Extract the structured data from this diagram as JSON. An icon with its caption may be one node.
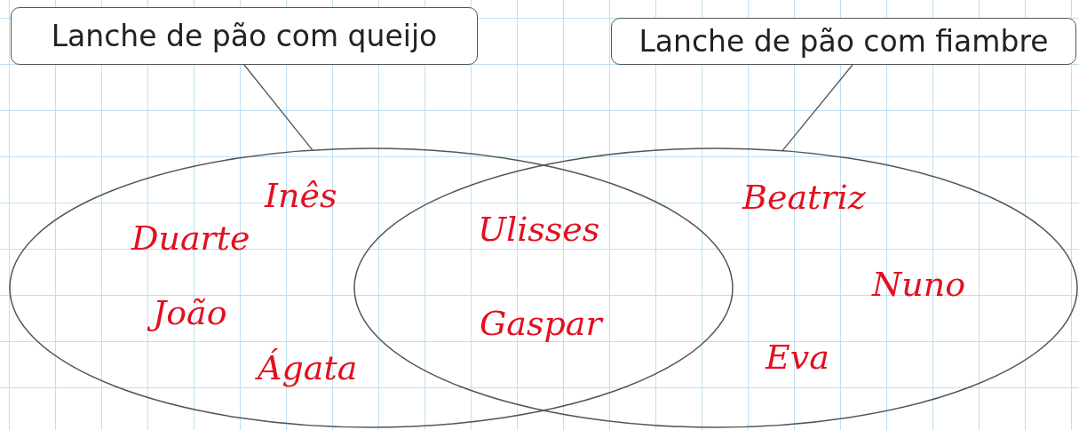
{
  "diagram": {
    "nodes": [
      {
        "text": [
          "Lanche de pão com queijo"
        ]
      },
      {
        "text": [
          "Lanche de pão com fiambre"
        ]
      },
      {
        "text": [],
        "shape": "ellipse"
      },
      {
        "text": [],
        "shape": "ellipse"
      }
    ],
    "edges": [
      {
        "from": 0,
        "to": 2,
        "arrow": "none"
      },
      {
        "from": 1,
        "to": 3,
        "arrow": "none"
      }
    ],
    "labels": [
      "Inês",
      "Beatriz",
      "Duarte",
      "Ulisses",
      "Nuno",
      "João",
      "Gaspar",
      "Eva",
      "Ágata"
    ]
  }
}
